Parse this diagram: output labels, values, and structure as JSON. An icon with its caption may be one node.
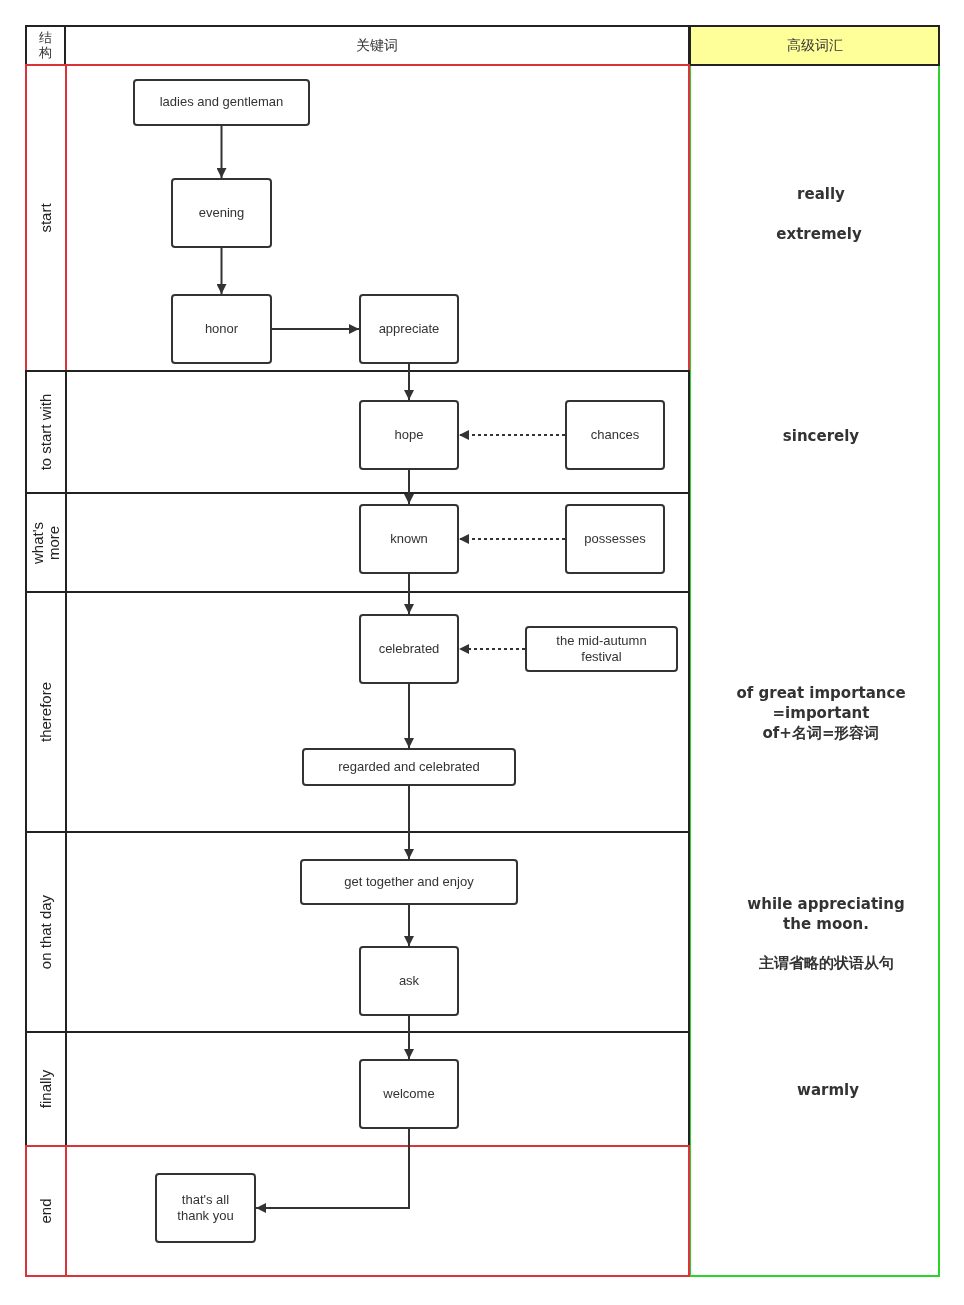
{
  "diagram": {
    "nodes": [
      {
        "text": [
          "结构"
        ]
      },
      {
        "text": [
          "关键词"
        ]
      },
      {
        "text": [
          "高级词汇"
        ]
      },
      {
        "text": [
          "start"
        ]
      },
      {
        "text": [
          "to start with"
        ]
      },
      {
        "text": [
          "what's more"
        ]
      },
      {
        "text": [
          "therefore"
        ]
      },
      {
        "text": [
          "on that day"
        ]
      },
      {
        "text": [
          "finally"
        ]
      },
      {
        "text": [
          "end"
        ]
      },
      {
        "text": [
          "ladies and gentleman"
        ],
        "in": 3
      },
      {
        "text": [
          "evening"
        ],
        "in": 3
      },
      {
        "text": [
          "honor"
        ],
        "in": 3
      },
      {
        "text": [
          "appreciate"
        ],
        "in": 3
      },
      {
        "text": [
          "hope"
        ],
        "in": 4
      },
      {
        "text": [
          "chances"
        ],
        "in": 4
      },
      {
        "text": [
          "known"
        ],
        "in": 5
      },
      {
        "text": [
          "possesses"
        ],
        "in": 5
      },
      {
        "text": [
          "celebrated"
        ],
        "in": 6
      },
      {
        "text": [
          "the mid-autumn festival"
        ],
        "in": 6
      },
      {
        "text": [
          "regarded and celebrated"
        ],
        "in": 6
      },
      {
        "text": [
          "get together and enjoy"
        ],
        "in": 7
      },
      {
        "text": [
          "ask"
        ],
        "in": 7
      },
      {
        "text": [
          "welcome"
        ],
        "in": 8
      },
      {
        "text": [
          "that's all thank you"
        ],
        "in": 9
      }
    ],
    "edges": [
      {
        "from": 10,
        "to": 11,
        "arrow": "to"
      },
      {
        "from": 11,
        "to": 12,
        "arrow": "to"
      },
      {
        "from": 12,
        "to": 13,
        "arrow": "to"
      },
      {
        "from": 13,
        "to": 14,
        "arrow": "to"
      },
      {
        "from": 15,
        "to": 14,
        "arrow": "to",
        "style": "dashed"
      },
      {
        "from": 14,
        "to": 16,
        "arrow": "to"
      },
      {
        "from": 17,
        "to": 16,
        "arrow": "to",
        "style": "dashed"
      },
      {
        "from": 16,
        "to": 18,
        "arrow": "to"
      },
      {
        "from": 19,
        "to": 18,
        "arrow": "to",
        "style": "dashed"
      },
      {
        "from": 18,
        "to": 20,
        "arrow": "to"
      },
      {
        "from": 20,
        "to": 21,
        "arrow": "to"
      },
      {
        "from": 21,
        "to": 22,
        "arrow": "to"
      },
      {
        "from": 22,
        "to": 23,
        "arrow": "to"
      },
      {
        "from": 23,
        "to": 24,
        "arrow": "to"
      }
    ],
    "labels": [
      "really",
      "extremely",
      "sincerely",
      "of great importance",
      "=important",
      "of+名词=形容词",
      "while appreciating the moon.",
      "主谓省略的状语从句",
      "warmly"
    ]
  }
}
